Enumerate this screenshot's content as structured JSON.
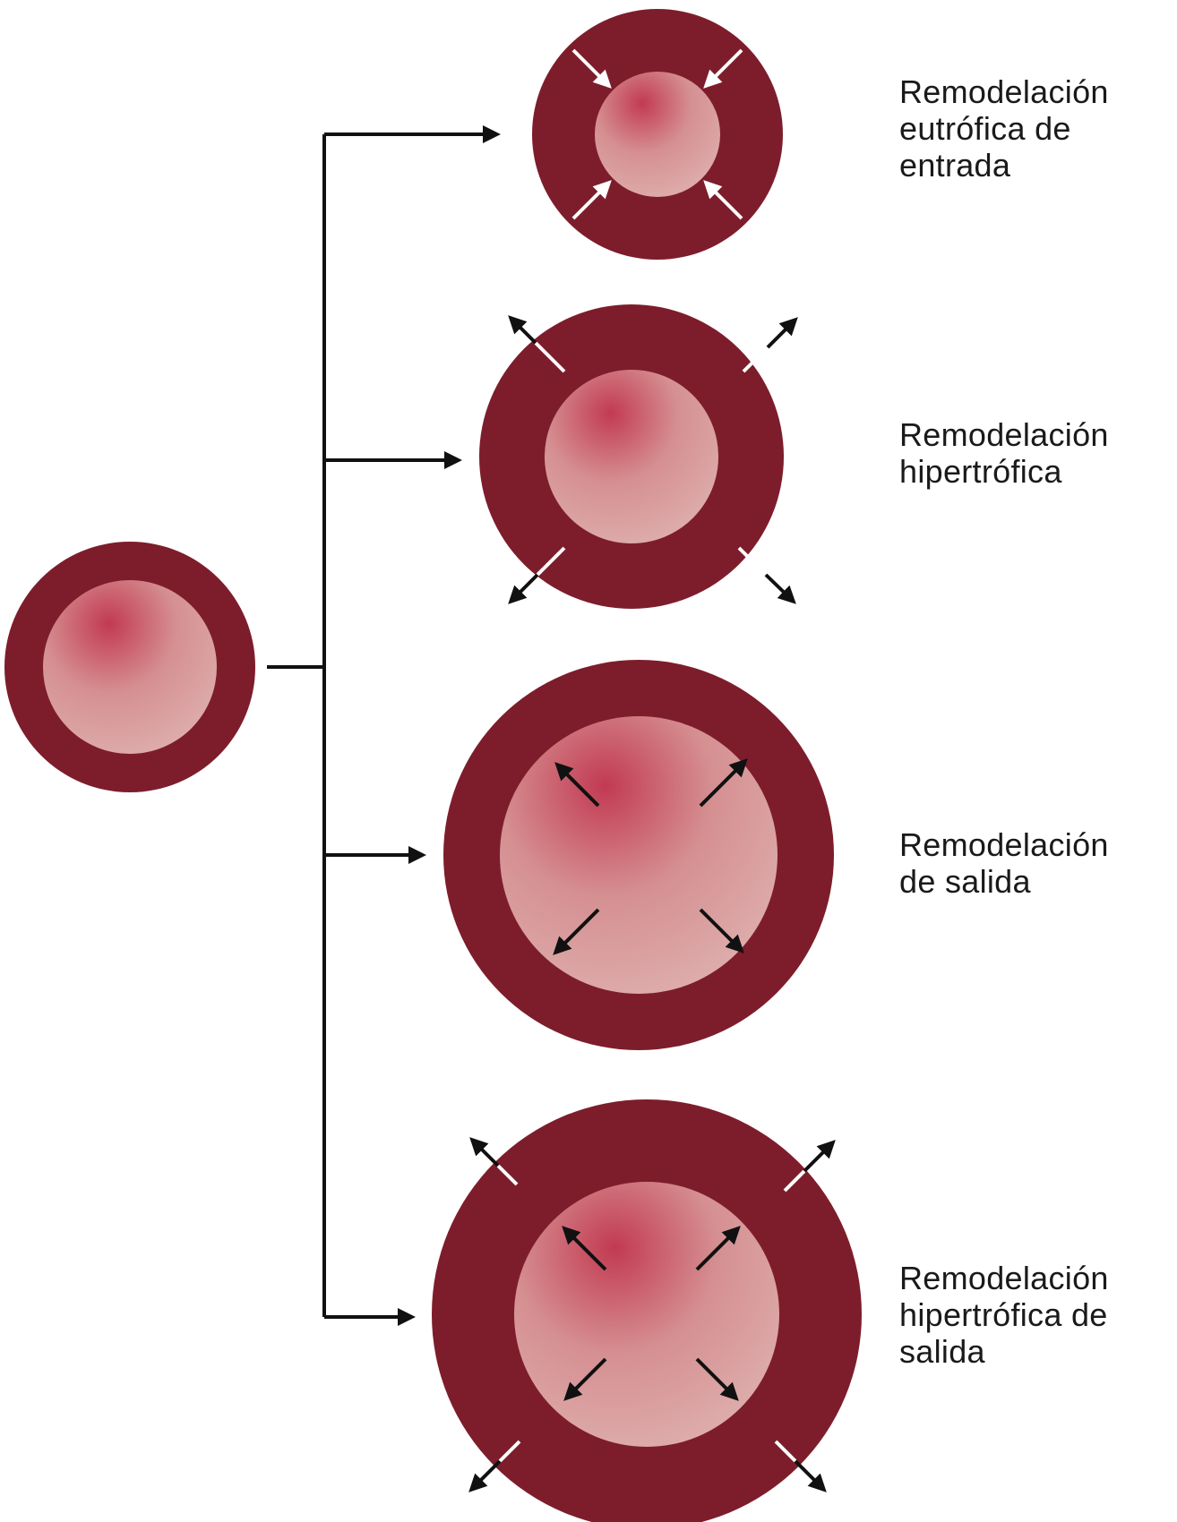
{
  "colors": {
    "wall": "#7d1d2b",
    "lumen_light": "#e0b3b2",
    "lumen_mid": "#d58f91",
    "lumen_dark": "#c23a52",
    "arrow_dark": "#111111",
    "arrow_light": "#ffffff",
    "connector": "#111111"
  },
  "source_vessel": {
    "name": "normal-vessel"
  },
  "outcomes": [
    {
      "id": "eutrophic-inward",
      "lines": [
        "Remodelación",
        "eutrófica de",
        "entrada"
      ],
      "arrow_direction": "inward",
      "arrow_location": "lumen-edge"
    },
    {
      "id": "hypertrophic",
      "lines": [
        "Remodelación",
        "hipertrófica"
      ],
      "arrow_direction": "outward",
      "arrow_location": "outer-wall"
    },
    {
      "id": "outward",
      "lines": [
        "Remodelación",
        "de salida"
      ],
      "arrow_direction": "outward",
      "arrow_location": "lumen"
    },
    {
      "id": "hypertrophic-outward",
      "lines": [
        "Remodelación",
        "hipertrófica de",
        "salida"
      ],
      "arrow_direction": "outward",
      "arrow_location": "lumen-and-outer-wall"
    }
  ]
}
